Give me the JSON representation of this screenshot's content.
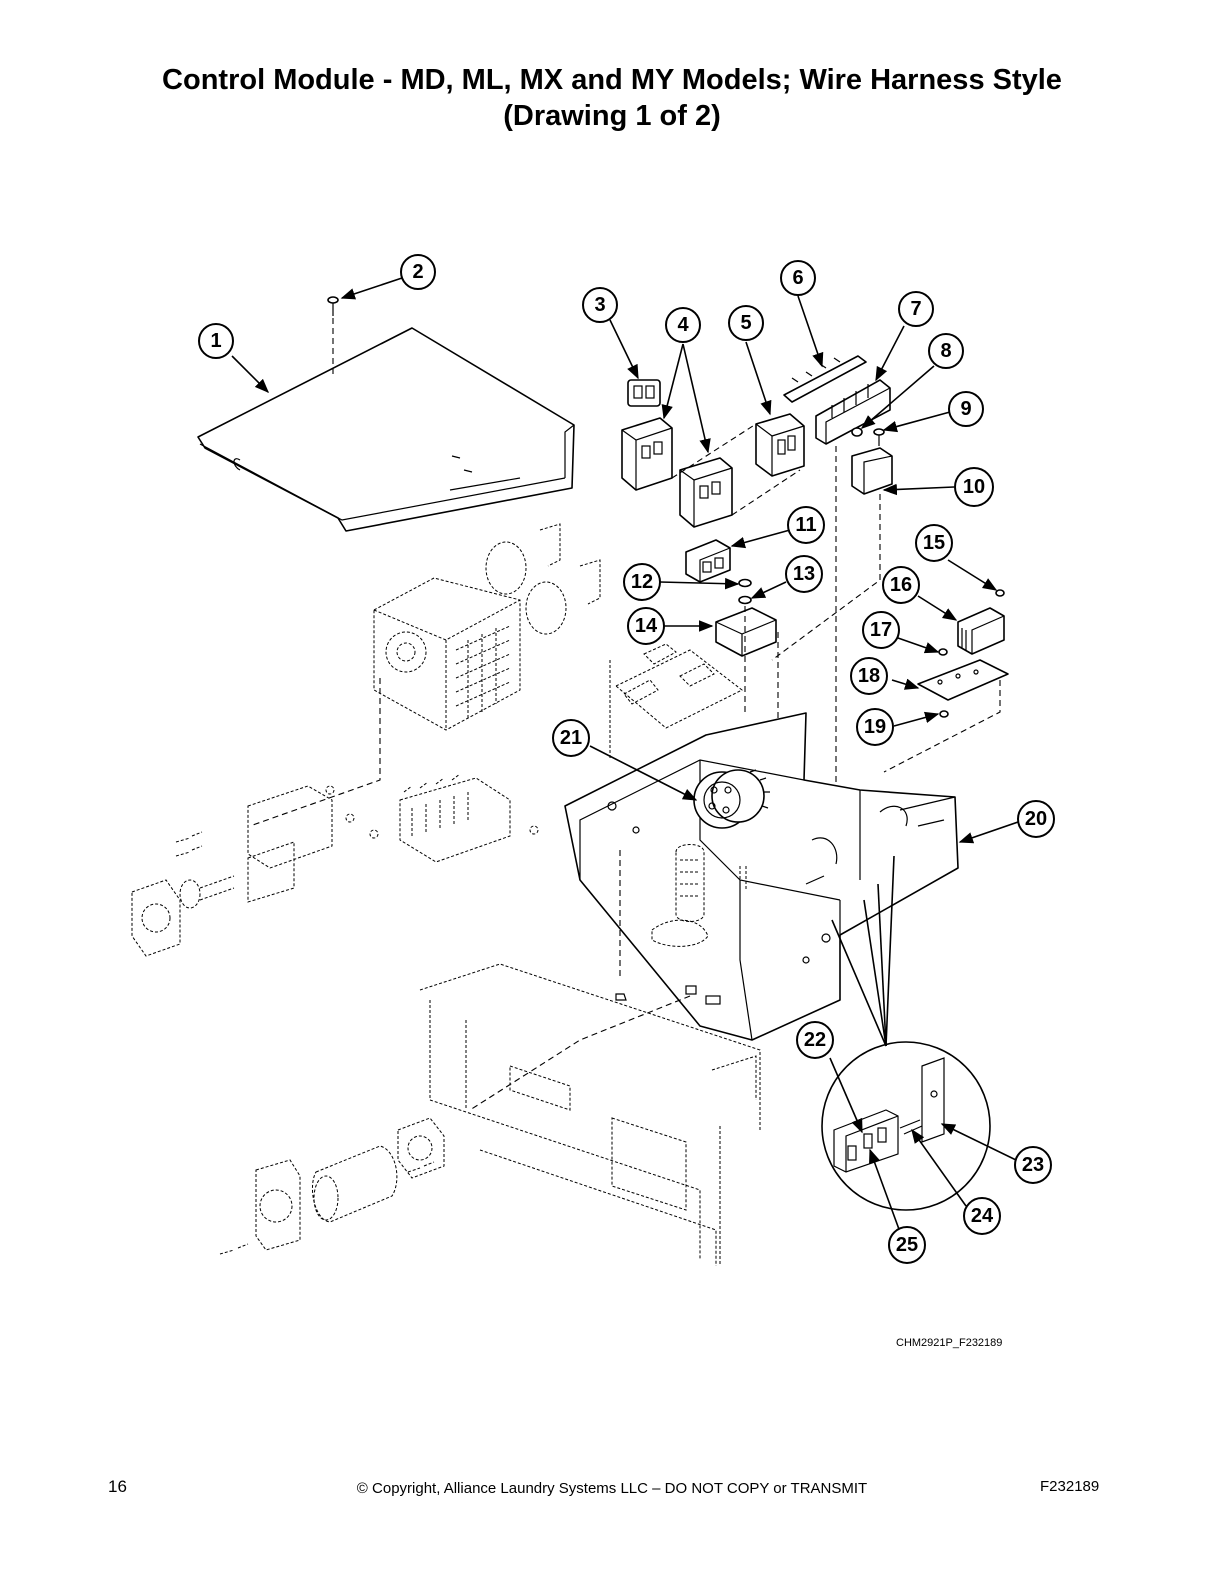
{
  "title": {
    "line1": "Control Module - MD, ML, MX and MY Models; Wire Harness Style",
    "line2": "(Drawing 1 of 2)"
  },
  "callouts": [
    "1",
    "2",
    "3",
    "4",
    "5",
    "6",
    "7",
    "8",
    "9",
    "10",
    "11",
    "12",
    "13",
    "14",
    "15",
    "16",
    "17",
    "18",
    "19",
    "20",
    "21",
    "22",
    "23",
    "24",
    "25"
  ],
  "drawing_id": "CHM2921P_F232189",
  "footer": {
    "page_number": "16",
    "copyright": "© Copyright, Alliance Laundry Systems LLC – DO NOT COPY or TRANSMIT",
    "doc_code": "F232189"
  }
}
